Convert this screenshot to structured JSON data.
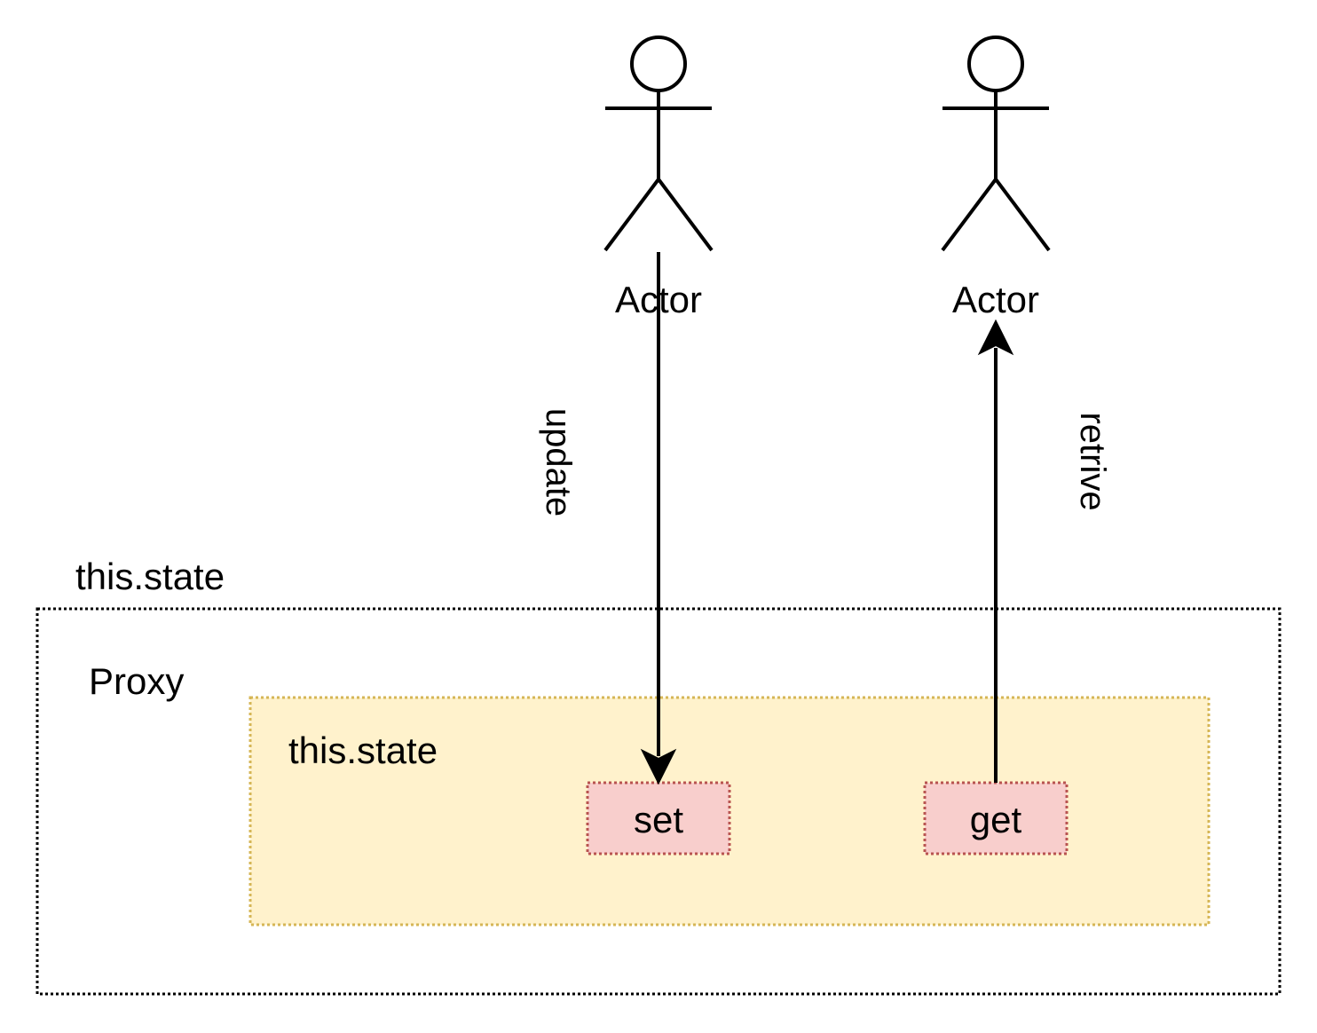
{
  "actors": [
    {
      "label": "Actor"
    },
    {
      "label": "Actor"
    }
  ],
  "edges": {
    "update": {
      "label": "update"
    },
    "retrive": {
      "label": "retrive"
    }
  },
  "outer": {
    "top_label": "this.state",
    "proxy_label": "Proxy"
  },
  "inner": {
    "label": "this.state",
    "set_label": "set",
    "get_label": "get"
  },
  "colors": {
    "inner_fill": "#fff2cc",
    "inner_stroke": "#d6b656",
    "method_fill": "#f8cecc",
    "method_stroke": "#b85450",
    "line": "#000000"
  }
}
